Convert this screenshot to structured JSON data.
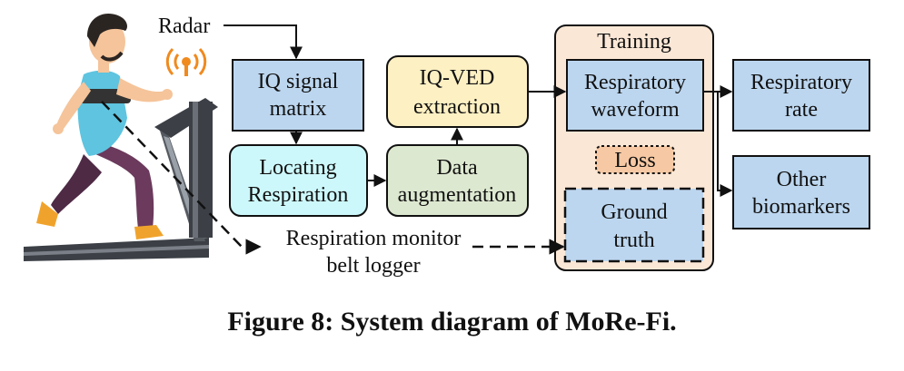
{
  "diagram": {
    "radar_label": "Radar",
    "iq_matrix": [
      "IQ signal",
      "matrix"
    ],
    "locating": [
      "Locating",
      "Respiration"
    ],
    "data_aug": [
      "Data",
      "augmentation"
    ],
    "iq_ved": [
      "IQ-VED",
      "extraction"
    ],
    "training_title": "Training",
    "resp_waveform": [
      "Respiratory",
      "waveform"
    ],
    "loss": "Loss",
    "ground_truth": [
      "Ground",
      "truth"
    ],
    "resp_rate": [
      "Respiratory",
      "rate"
    ],
    "other_bio": [
      "Other",
      "biomarkers"
    ],
    "belt_logger": [
      "Respiration monitor",
      "belt logger"
    ]
  },
  "caption": "Figure 8: System diagram of MoRe-Fi.",
  "colors": {
    "blue_box": "#bcd6ef",
    "cyan_box": "#cdf8fb",
    "green_box": "#dde8d0",
    "yellow_box": "#fdf0c3",
    "training_bg": "#fbe7d6",
    "loss_box": "#f6c9a4",
    "skin": "#f5c49a",
    "shirt": "#5ec4e0",
    "pants": "#6b3a5c",
    "shoe": "#f0a32c",
    "treadmill": "#3c4046",
    "radar_orange": "#f08a1e"
  }
}
